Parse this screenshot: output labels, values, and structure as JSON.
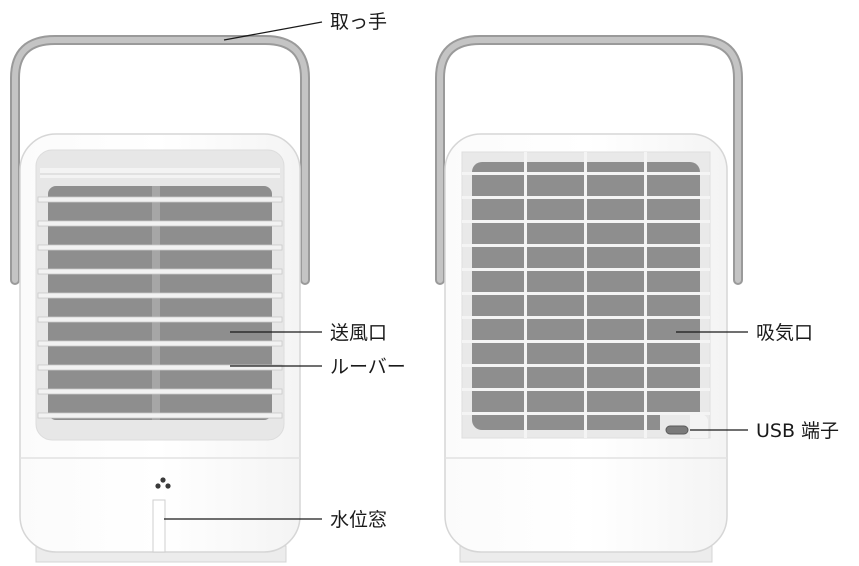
{
  "labels": {
    "handle": "取っ手",
    "air_outlet": "送風口",
    "louver": "ルーバー",
    "water_window": "水位窓",
    "air_intake": "吸気口",
    "usb_port": "USB 端子"
  },
  "icons": {
    "water_level": "water-drops-icon"
  },
  "colors": {
    "grille": "#8e8e8e",
    "handle": "#b5b5b5",
    "body_outline": "#d8d8d8",
    "leader_line": "#1a1a1a"
  }
}
